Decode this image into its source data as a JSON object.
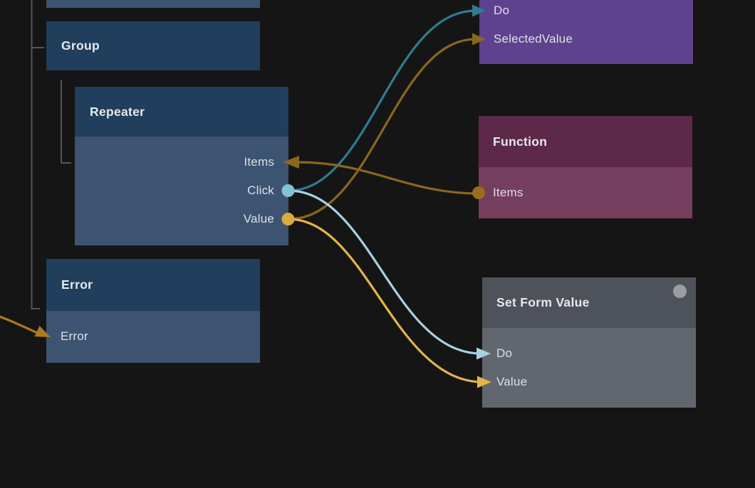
{
  "app": {
    "description": "dark node-graph editor canvas"
  },
  "canvas": {
    "background": "#161515"
  },
  "colors": {
    "node_blue_header": "#213E5C",
    "node_blue_body": "#3C5472",
    "node_purple": "#5E428D",
    "node_magenta_header": "#5C2949",
    "node_magenta_body": "#753D5E",
    "node_gray_header": "#4E525A",
    "node_gray_body": "#62666E",
    "wire_teal_dark": "#2E7C94",
    "wire_cyan_light": "#A5D2E2",
    "wire_gold_dark": "#8A671F",
    "wire_gold_bright": "#E3B44A",
    "wire_gold_mid": "#AC7A1E",
    "port_dot_teal": "#80C4D6",
    "port_dot_gold": "#DAAA3C",
    "port_dot_gold_dark": "#966E1E",
    "status_dot_gray": "#9A9DA2",
    "tree_line": "#53565A"
  },
  "nodes": {
    "group": {
      "title": "Group"
    },
    "repeater": {
      "title": "Repeater",
      "ports": [
        {
          "label": "Items",
          "direction": "input"
        },
        {
          "label": "Click",
          "direction": "output"
        },
        {
          "label": "Value",
          "direction": "output"
        }
      ]
    },
    "error": {
      "title": "Error",
      "ports": [
        {
          "label": "Error",
          "direction": "input"
        }
      ]
    },
    "purple_partial": {
      "ports": [
        {
          "label": "Do",
          "direction": "input"
        },
        {
          "label": "SelectedValue",
          "direction": "input"
        }
      ]
    },
    "function": {
      "title": "Function",
      "ports": [
        {
          "label": "Items",
          "direction": "output"
        }
      ]
    },
    "set_form_value": {
      "title": "Set Form Value",
      "ports": [
        {
          "label": "Do",
          "direction": "input"
        },
        {
          "label": "Value",
          "direction": "input"
        }
      ]
    }
  },
  "connections": [
    {
      "from": "Function.Items",
      "to": "Repeater.Items",
      "color": "#8A671F"
    },
    {
      "from": "Repeater.Click",
      "to": "purple_partial.Do",
      "color": "#2E7C94"
    },
    {
      "from": "Repeater.Value",
      "to": "purple_partial.SelectedValue",
      "color": "#8A671F"
    },
    {
      "from": "Repeater.Click",
      "to": "Set Form Value.Do",
      "color": "#A5D2E2"
    },
    {
      "from": "Repeater.Value",
      "to": "Set Form Value.Value",
      "color": "#E3B44A"
    },
    {
      "from": "offscreen-left",
      "to": "Error.Error",
      "color": "#AC7A1E"
    }
  ]
}
